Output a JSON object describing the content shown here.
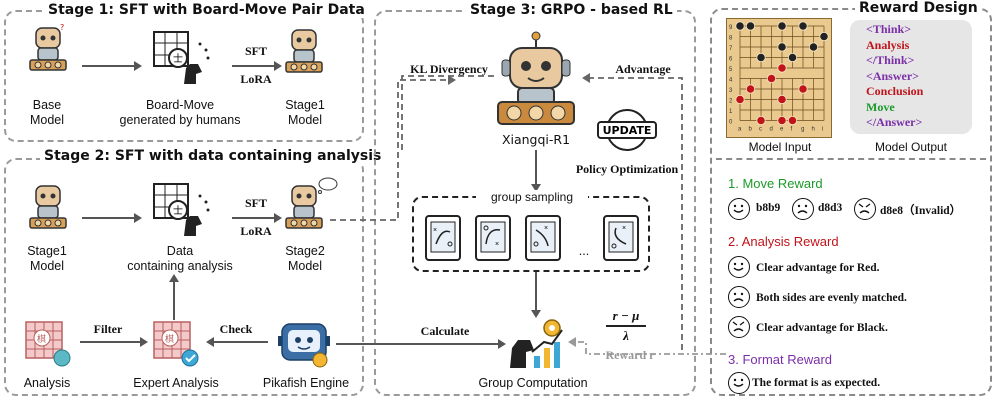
{
  "stage1": {
    "title": "Stage 1: SFT with Board-Move Pair Data",
    "base_model": [
      "Base",
      "Model"
    ],
    "board_move": [
      "Board-Move",
      "generated by humans"
    ],
    "sft": "SFT",
    "lora": "LoRA",
    "stage1_model": [
      "Stage1",
      "Model"
    ]
  },
  "stage2": {
    "title": "Stage 2: SFT with data containing analysis",
    "stage1_model": [
      "Stage1",
      "Model"
    ],
    "data": [
      "Data",
      "containing analysis"
    ],
    "sft": "SFT",
    "lora": "LoRA",
    "stage2_model": [
      "Stage2",
      "Model"
    ],
    "analysis": "Analysis",
    "filter": "Filter",
    "expert_analysis": "Expert Analysis",
    "check": "Check",
    "engine": "Pikafish Engine",
    "board_char": "棋"
  },
  "stage3": {
    "title": "Stage 3: GRPO - based RL",
    "kl": "KL Divergency",
    "advantage": "Advantage",
    "model_name": "Xiangqi-R1",
    "update": "UPDATE",
    "policy_opt": "Policy Optimization",
    "group_sampling": "group sampling",
    "ellipsis": "...",
    "calculate": "Calculate",
    "formula_num": "r − μ",
    "formula_den": "λ",
    "reward_r": "Reward r",
    "group_comp": "Group Computation"
  },
  "reward": {
    "title": "Reward Design",
    "model_input": "Model Input",
    "model_output": "Model Output",
    "output_tags": [
      {
        "text": "<Think>",
        "color": "#7b2fa8"
      },
      {
        "text": "Analysis",
        "color": "#c0131a"
      },
      {
        "text": "</Think>",
        "color": "#7b2fa8"
      },
      {
        "text": "<Answer>",
        "color": "#7b2fa8"
      },
      {
        "text": "Conclusion",
        "color": "#c0131a"
      },
      {
        "text": "Move",
        "color": "#1c9a2a"
      },
      {
        "text": "</Answer>",
        "color": "#7b2fa8"
      }
    ],
    "move_reward": {
      "title": "1. Move Reward",
      "color": "#1c9a2a",
      "items": [
        "b8b9",
        "d8d3",
        "d8e8（Invalid）"
      ]
    },
    "analysis_reward": {
      "title": "2. Analysis Reward",
      "color": "#c0131a",
      "items": [
        "Clear advantage for Red.",
        "Both sides are evenly matched.",
        "Clear advantage for Black."
      ]
    },
    "format_reward": {
      "title": "3. Format Reward",
      "color": "#7b2fa8",
      "items": [
        "The format is as expected."
      ]
    },
    "board_rank_labels": [
      "9",
      "8",
      "7",
      "6",
      "5",
      "4",
      "3",
      "2",
      "1",
      "0"
    ],
    "board_file_labels": [
      "a",
      "b",
      "c",
      "d",
      "e",
      "f",
      "g",
      "h",
      "i"
    ]
  }
}
